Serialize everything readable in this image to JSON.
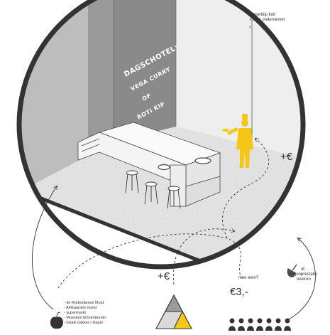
{
  "wall_text": {
    "line1": "DAGSCHOTEL:",
    "line2": "VEGA CURRY",
    "line3": "OF",
    "line4": "ROTI KIP"
  },
  "cook_note": [
    "Peperklip kok",
    "lokale ondernemer"
  ],
  "plus_cook": "+€",
  "plus_triangle": "+€",
  "eat_question": "mee eten?",
  "price": "€3,-",
  "service_note": [
    "of..",
    "tegenprestatie",
    "leveren"
  ],
  "sources": [
    "- de Rotterdamse Munt",
    "- Afrikaander markt",
    "- supermarkt",
    "- Moestuin binnenterrein",
    "- lokale bakker / slager"
  ],
  "colors": {
    "accent": "#f5c518",
    "wall_dark": "#8a8a8a",
    "wall_light": "#e8e8e8",
    "floor": "#e0e0e0",
    "outline": "#333333"
  },
  "icons": [
    "apple-icon",
    "triangle-icon",
    "people-icon",
    "broom-icon",
    "cook-figure-icon"
  ]
}
